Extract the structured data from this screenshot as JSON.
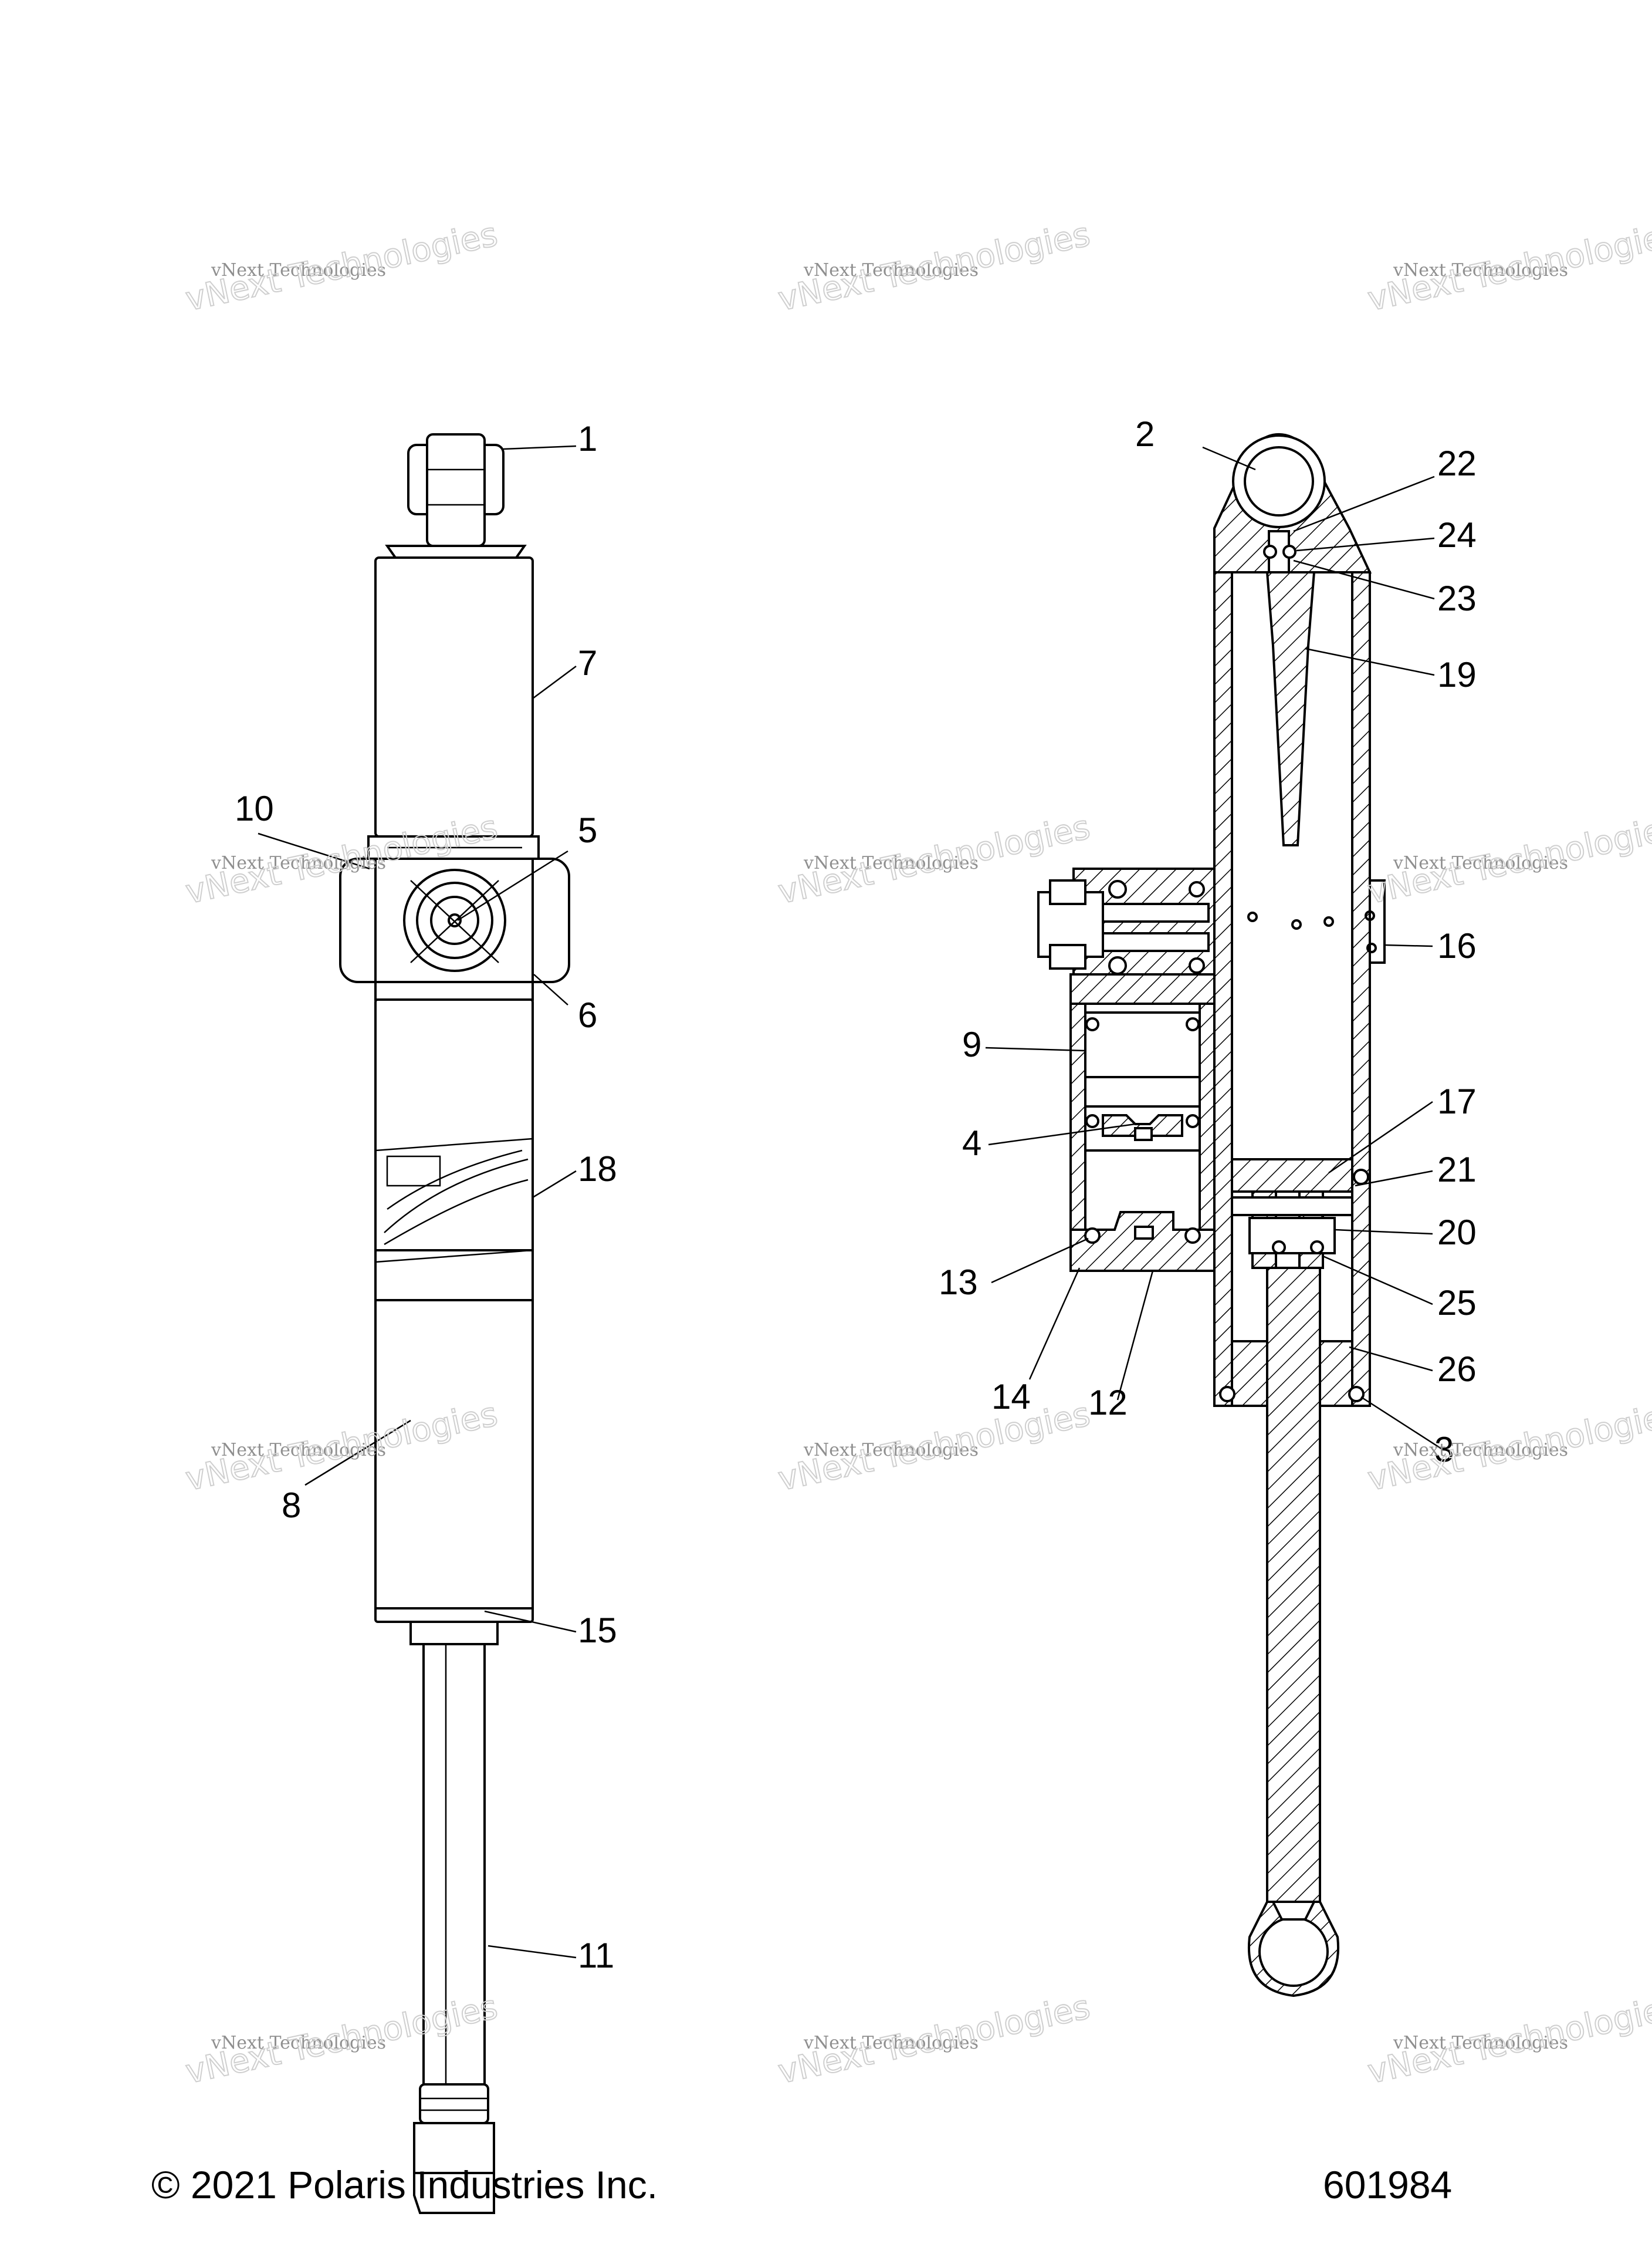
{
  "watermark": {
    "line1": "vNext Technologies",
    "line2": "vNext Technologies"
  },
  "callouts": {
    "c1": "1",
    "c2": "2",
    "c3": "3",
    "c4": "4",
    "c5": "5",
    "c6": "6",
    "c7": "7",
    "c8": "8",
    "c9": "9",
    "c10": "10",
    "c11": "11",
    "c12": "12",
    "c13": "13",
    "c14": "14",
    "c15": "15",
    "c16": "16",
    "c17": "17",
    "c18": "18",
    "c19": "19",
    "c20": "20",
    "c21": "21",
    "c22": "22",
    "c23": "23",
    "c24": "24",
    "c25": "25",
    "c26": "26"
  },
  "footer": {
    "copyright": "© 2021 Polaris Industries Inc.",
    "figure_number": "601984"
  }
}
